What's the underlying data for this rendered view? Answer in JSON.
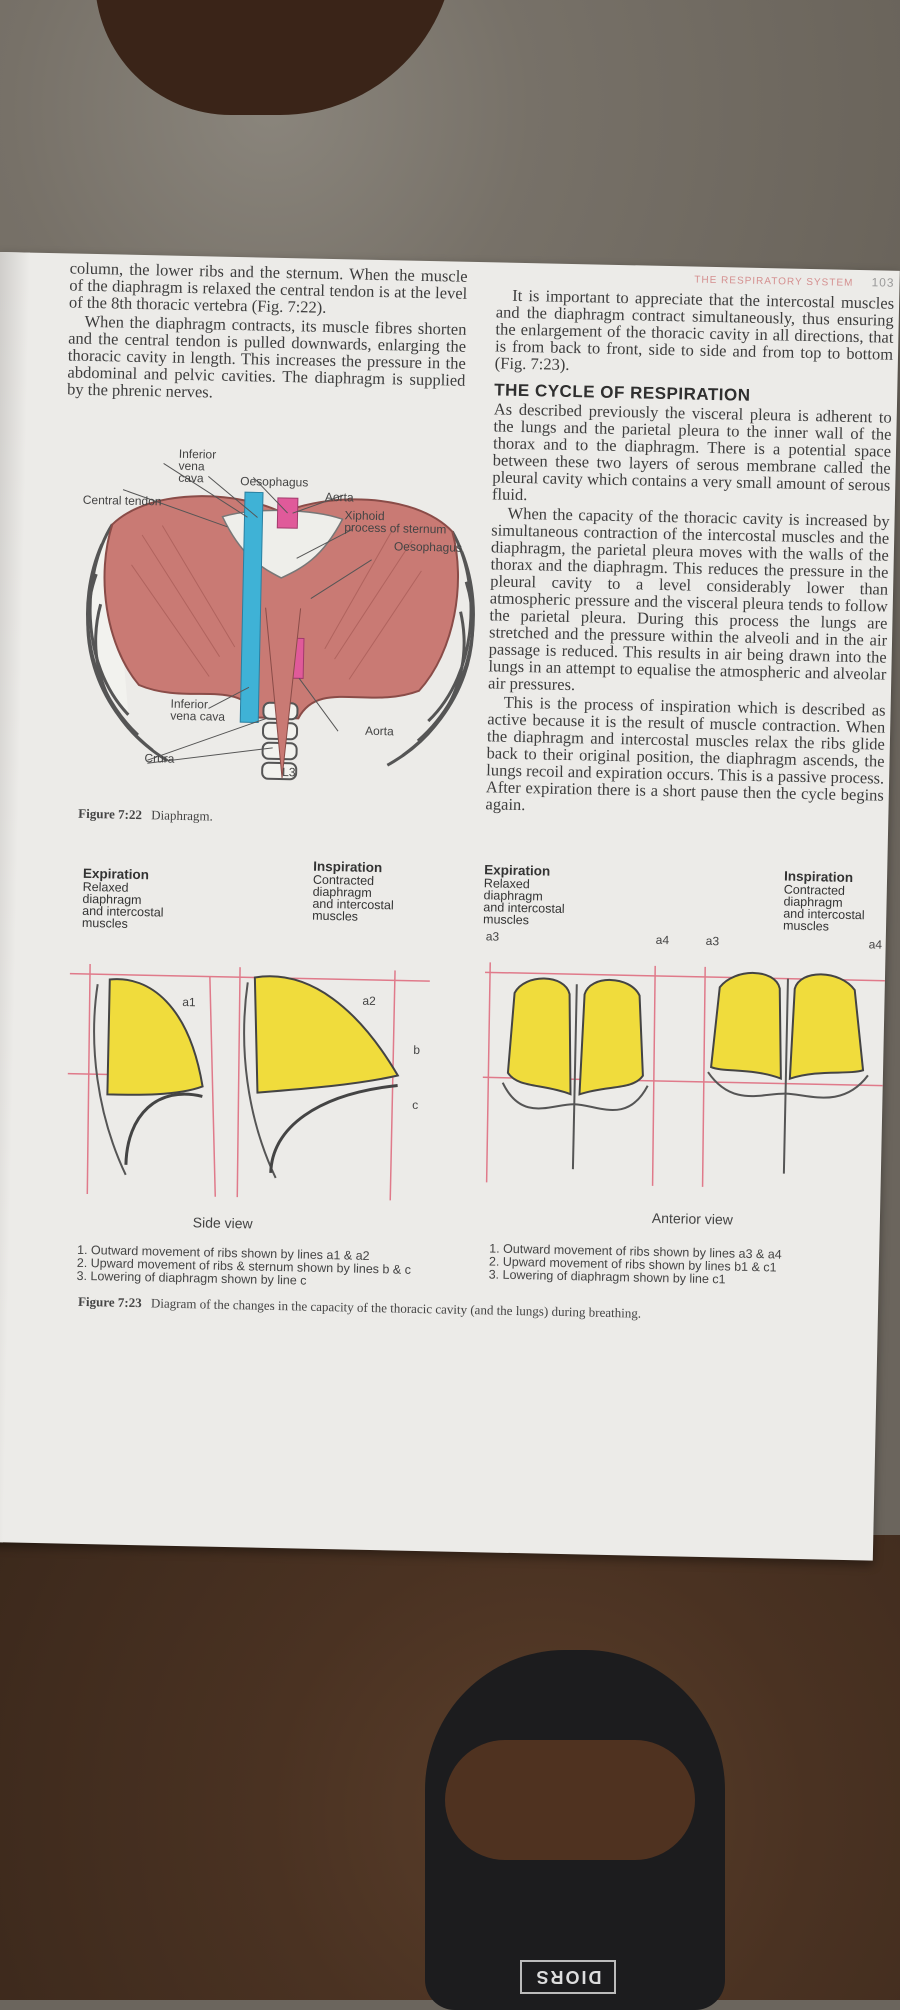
{
  "left_text": [
    "column, the lower ribs and the sternum. When the muscle of the diaphragm is relaxed the central tendon is at the level of the 8th thoracic vertebra (Fig. 7:22).",
    "When the diaphragm contracts, its muscle fibres shorten and the central tendon is pulled downwards, enlarging the thoracic cavity in length. This increases the pressure in the abdominal and pelvic cavities. The diaphragm is supplied by the phrenic nerves."
  ],
  "running_head": "THE RESPIRATORY SYSTEM",
  "page_number": "103",
  "right_intro": "It is important to appreciate that the intercostal muscles and the diaphragm contract simultaneously, thus ensuring the enlargement of the thoracic cavity in all directions, that is from back to front, side to side and from top to bottom (Fig. 7:23).",
  "section_heading": "THE CYCLE OF RESPIRATION",
  "right_paragraphs": [
    "As described previously the visceral pleura is adherent to the lungs and the parietal pleura to the inner wall of the thorax and to the diaphragm. There is a potential space between these two layers of serous membrane called the pleural cavity which contains a very small amount of serous fluid.",
    "When the capacity of the thoracic cavity is increased by simultaneous contraction of the intercostal muscles and the diaphragm, the parietal pleura moves with the walls of the thorax and the diaphragm. This reduces the pressure in the pleural cavity to a level considerably lower than atmospheric pressure and the visceral pleura tends to follow the parietal pleura. During this process the lungs are stretched and the pressure within the alveoli and in the air passage is reduced. This results in air being drawn into the lungs in an attempt to equalise the atmospheric and alveolar air pressures.",
    "This is the process of inspiration which is described as active because it is the result of muscle contraction. When the diaphragm and intercostal muscles relax the ribs glide back to their original position, the diaphragm ascends, the lungs recoil and expiration occurs. This is a passive process. After expiration there is a short pause then the cycle begins again."
  ],
  "fig22": {
    "labels": {
      "inferior_vena_cava_top": "Inferior\nvena\ncava",
      "oesophagus_top": "Oesophagus",
      "central_tendon": "Central tendon",
      "aorta_top": "Aorta",
      "xiphoid": "Xiphoid\nprocess of sternum",
      "oesophagus_right": "Oesophagus",
      "inferior_vena_cava_bottom": "Inferior\nvena cava",
      "aorta_bottom": "Aorta",
      "crura": "Crura",
      "l3": "L3"
    },
    "caption_num": "Figure 7:22",
    "caption_text": "Diaphragm."
  },
  "fig23": {
    "side": {
      "expiration_title": "Expiration",
      "expiration_desc": "Relaxed\ndiaphragm\nand intercostal\nmuscles",
      "inspiration_title": "Inspiration",
      "inspiration_desc": "Contracted\ndiaphragm\nand intercostal\nmuscles",
      "line_a1": "a1",
      "line_a2": "a2",
      "line_b": "b",
      "line_c": "c",
      "view_label": "Side view",
      "notes": [
        "1. Outward movement of ribs shown by lines a1 & a2",
        "2. Upward movement of ribs & sternum shown by lines b & c",
        "3. Lowering of diaphragm shown by line c"
      ]
    },
    "anterior": {
      "expiration_title": "Expiration",
      "expiration_desc": "Relaxed\ndiaphragm\nand intercostal\nmuscles",
      "inspiration_title": "Inspiration",
      "inspiration_desc": "Contracted\ndiaphragm\nand intercostal\nmuscles",
      "line_a3": "a3",
      "line_a4": "a4",
      "view_label": "Anterior view",
      "notes": [
        "1. Outward movement of ribs shown by lines a3 & a4",
        "2. Upward movement of ribs shown by lines b1 & c1",
        "3. Lowering of diaphragm shown by line c1"
      ]
    },
    "caption_num": "Figure 7:23",
    "caption_text": "Diagram of the changes in the capacity of the thoracic cavity (and the lungs) during breathing."
  },
  "slipper_brand": "DIORS",
  "colors": {
    "muscle": "#c97a74",
    "vena_cava": "#3fb2d6",
    "aorta": "#e05a9a",
    "lung": "#f0dc3c",
    "guide_line": "#e07a8a",
    "paper": "#ecebe8"
  }
}
